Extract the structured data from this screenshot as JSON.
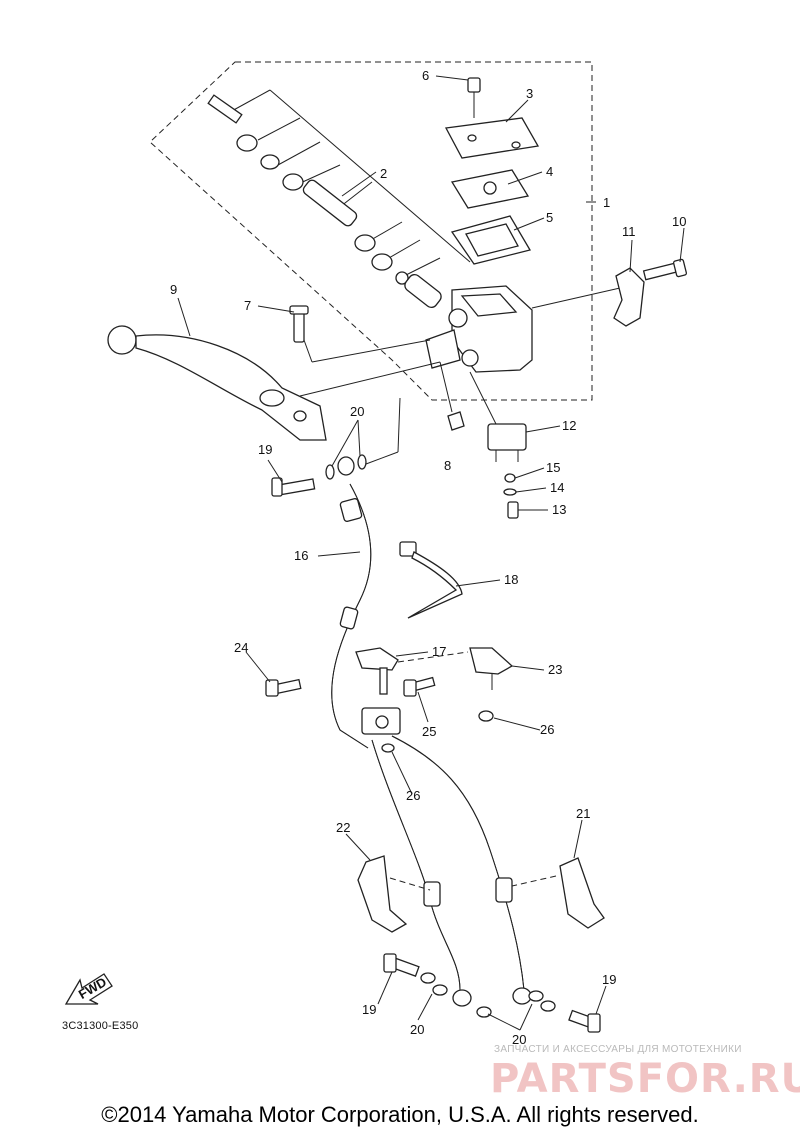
{
  "callouts": {
    "c1": "1",
    "c2": "2",
    "c3": "3",
    "c4": "4",
    "c5": "5",
    "c6": "6",
    "c7": "7",
    "c8": "8",
    "c9": "9",
    "c10": "10",
    "c11": "11",
    "c12": "12",
    "c13": "13",
    "c14": "14",
    "c15": "15",
    "c16": "16",
    "c17": "17",
    "c18": "18",
    "c19a": "19",
    "c19b": "19",
    "c20a": "20",
    "c20b": "20",
    "c20c": "20",
    "c21": "21",
    "c22": "22",
    "c23": "23",
    "c24": "24",
    "c25": "25",
    "c26a": "26",
    "c26b": "26",
    "fwd": "FWD"
  },
  "diagram_code": "3C31300-E350",
  "watermark": {
    "tagline": "ЗАПЧАСТИ И АКСЕССУАРЫ ДЛЯ МОТОТЕХНИКИ",
    "logo": "PARTSFOR.RU"
  },
  "copyright": "©2014 Yamaha Motor Corporation, U.S.A. All rights reserved."
}
